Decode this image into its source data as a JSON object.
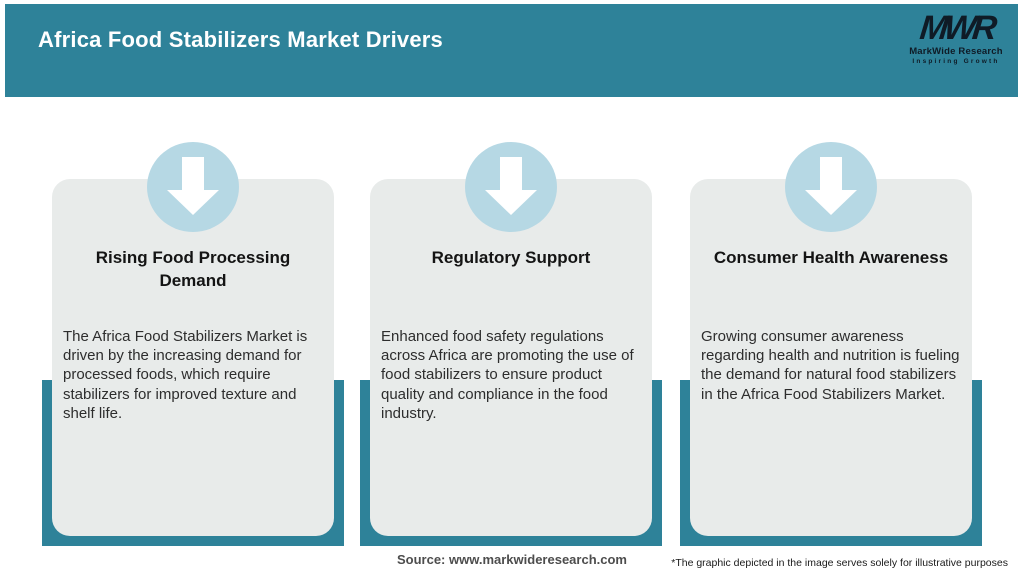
{
  "header": {
    "title": "Africa Food Stabilizers Market Drivers",
    "logo": {
      "mark": "MWR",
      "name": "MarkWide Research",
      "tagline": "Inspiring Growth"
    }
  },
  "colors": {
    "teal": "#2E8299",
    "circle_blue": "#B6D8E4",
    "card_background": "#E8EBEA",
    "logo_dark": "#0F1B26",
    "title_text": "#141414",
    "body_text": "#2d2d2d"
  },
  "cards": [
    {
      "icon": "down-arrow-icon",
      "title": "Rising Food Processing Demand",
      "body": "The Africa Food Stabilizers Market is driven by the increasing demand for processed foods, which require stabilizers for improved texture and shelf life."
    },
    {
      "icon": "down-arrow-icon",
      "title": "Regulatory Support",
      "body": "Enhanced food safety regulations across Africa are promoting the use of food stabilizers to ensure product quality and compliance in the food industry."
    },
    {
      "icon": "down-arrow-icon",
      "title": "Consumer Health Awareness",
      "body": "Growing consumer awareness regarding health and nutrition is fueling the demand for natural food stabilizers in the Africa Food Stabilizers Market."
    }
  ],
  "footer": {
    "source": "Source: www.markwideresearch.com",
    "disclaimer": "*The graphic depicted in the image serves solely for illustrative purposes"
  }
}
